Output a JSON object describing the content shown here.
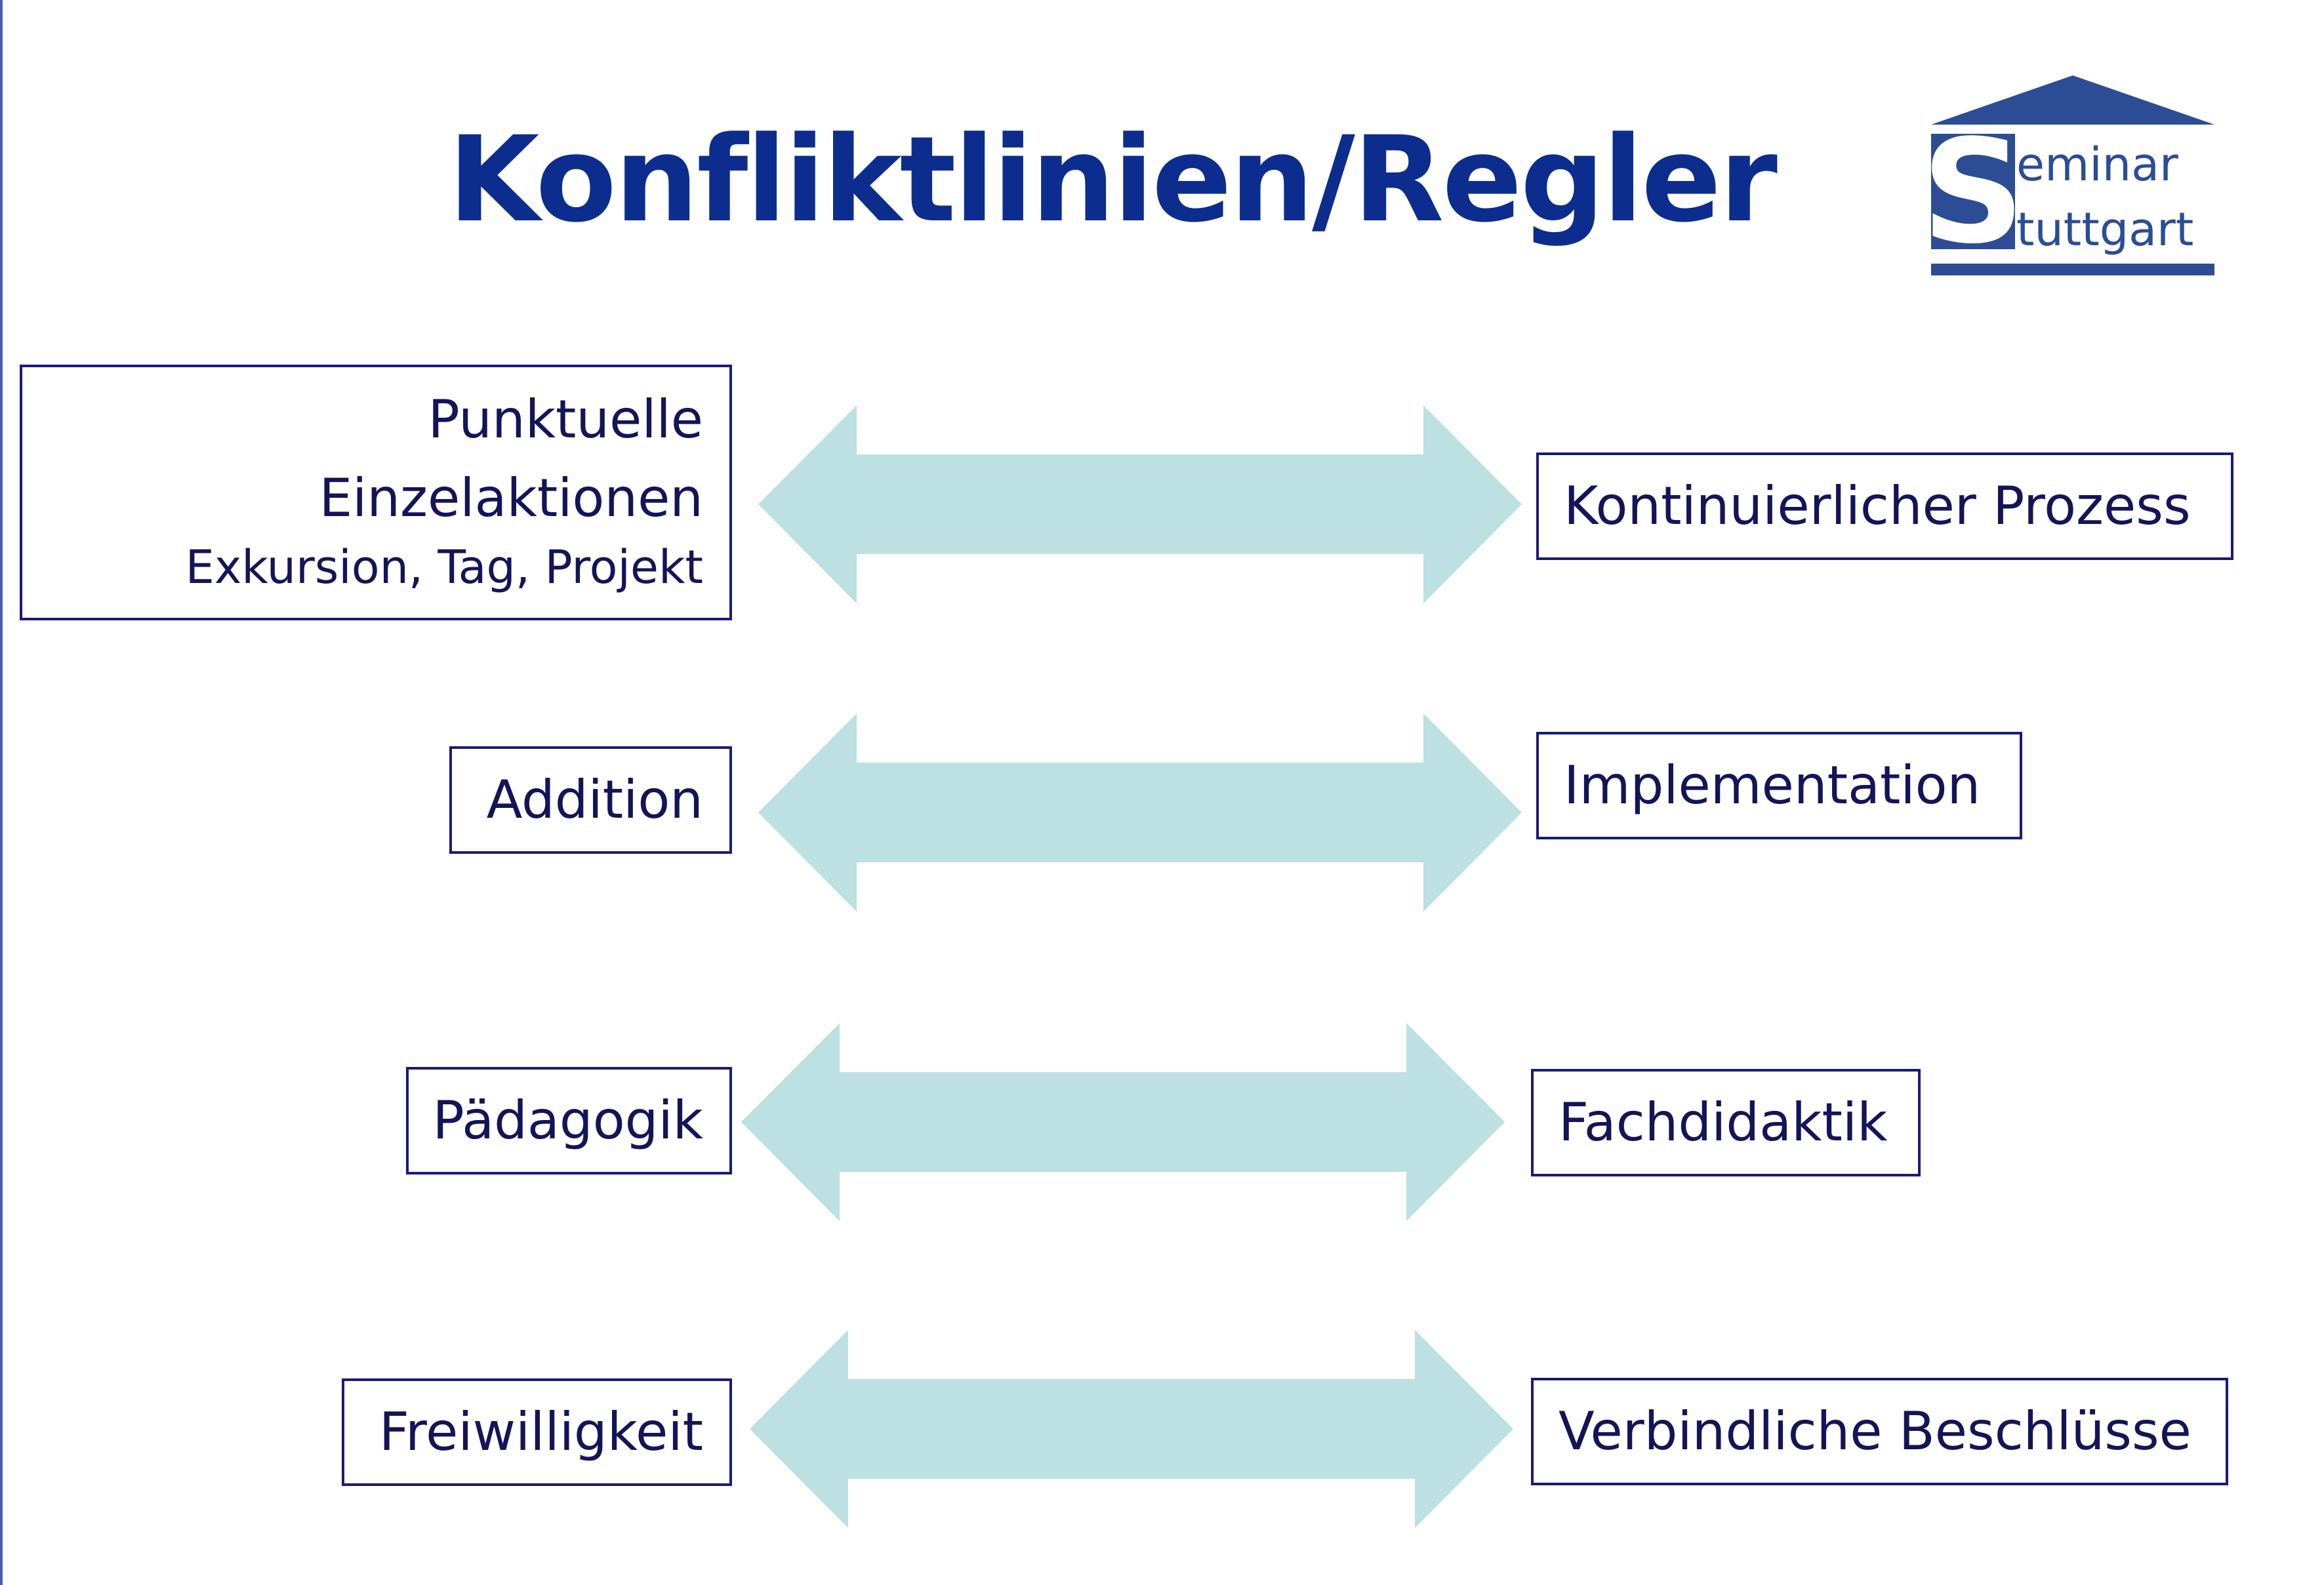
{
  "title": "Konfliktlinien/Regler",
  "logo": {
    "letter": "S",
    "line1": "eminar",
    "line2": "tuttgart"
  },
  "pairs": [
    {
      "left": [
        "Punktuelle",
        "Einzelaktionen"
      ],
      "left_sub": "Exkursion, Tag, Projekt",
      "right": "Kontinuierlicher Prozess"
    },
    {
      "left": "Addition",
      "right": "Implementation"
    },
    {
      "left": "Pädagogik",
      "right": "Fachdidaktik"
    },
    {
      "left": "Freiwilligkeit",
      "right": "Verbindliche Beschlüsse"
    }
  ],
  "colors": {
    "title": "#0d2d8e",
    "box_border": "#1a1a7a",
    "box_text": "#141458",
    "arrow_fill": "#bde0e2",
    "logo_blue": "#2c4d96"
  }
}
